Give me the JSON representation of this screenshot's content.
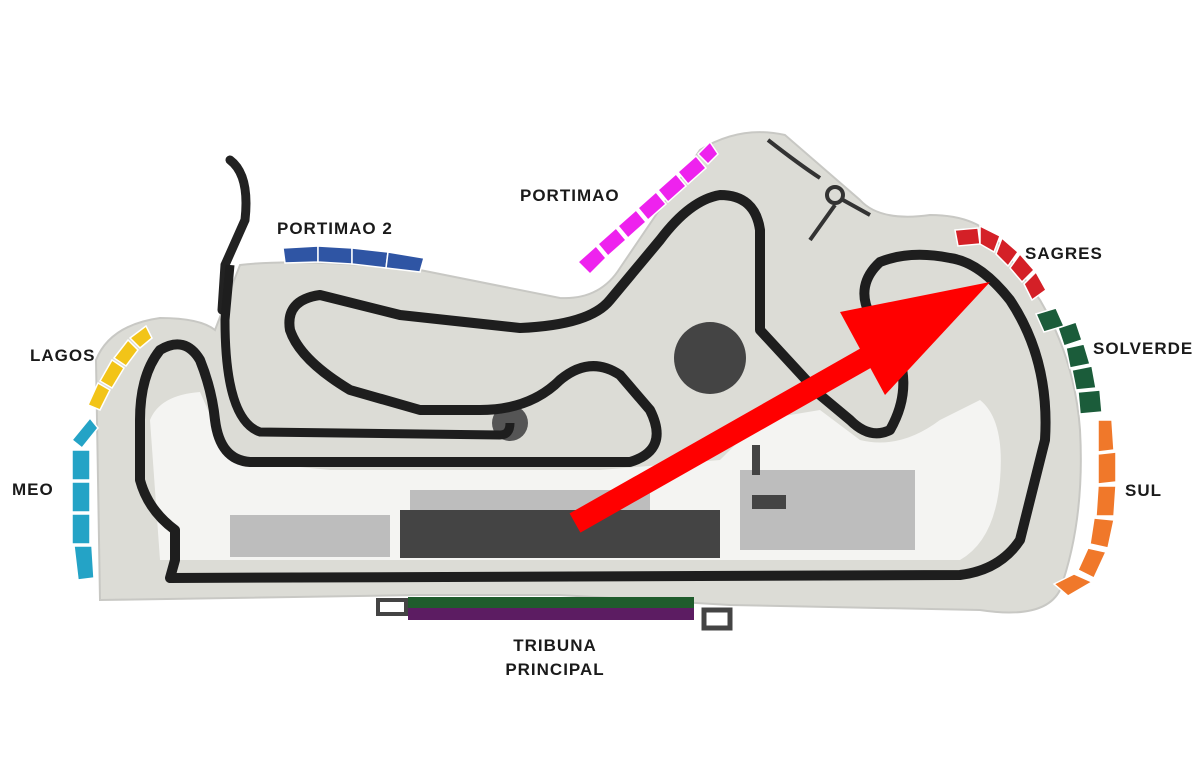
{
  "stands": {
    "portimao2": {
      "label": "PORTIMAO 2",
      "color": "#2f55a4"
    },
    "portimao": {
      "label": "PORTIMAO",
      "color": "#ee22ee"
    },
    "lagos": {
      "label": "LAGOS",
      "color": "#f2c418"
    },
    "meo": {
      "label": "MEO",
      "color": "#24a3c6"
    },
    "sagres": {
      "label": "SAGRES",
      "color": "#d42027"
    },
    "solverde": {
      "label": "SOLVERDE",
      "color": "#1b5c3a"
    },
    "sul": {
      "label": "SUL",
      "color": "#f0782a"
    },
    "tribuna": {
      "line1": "TRIBUNA",
      "line2": "PRINCIPAL",
      "color_top": "#1f5c2c",
      "color_bottom": "#5c1c62"
    }
  },
  "arrow": {
    "color": "#ff0000"
  },
  "colors": {
    "runoff": "#d9d9d4",
    "runoff_dark": "#a8a8a8",
    "track": "#1e1e1e",
    "infield": "#ffffff",
    "buildings": "#bdbdbd",
    "building_dark": "#444444"
  }
}
